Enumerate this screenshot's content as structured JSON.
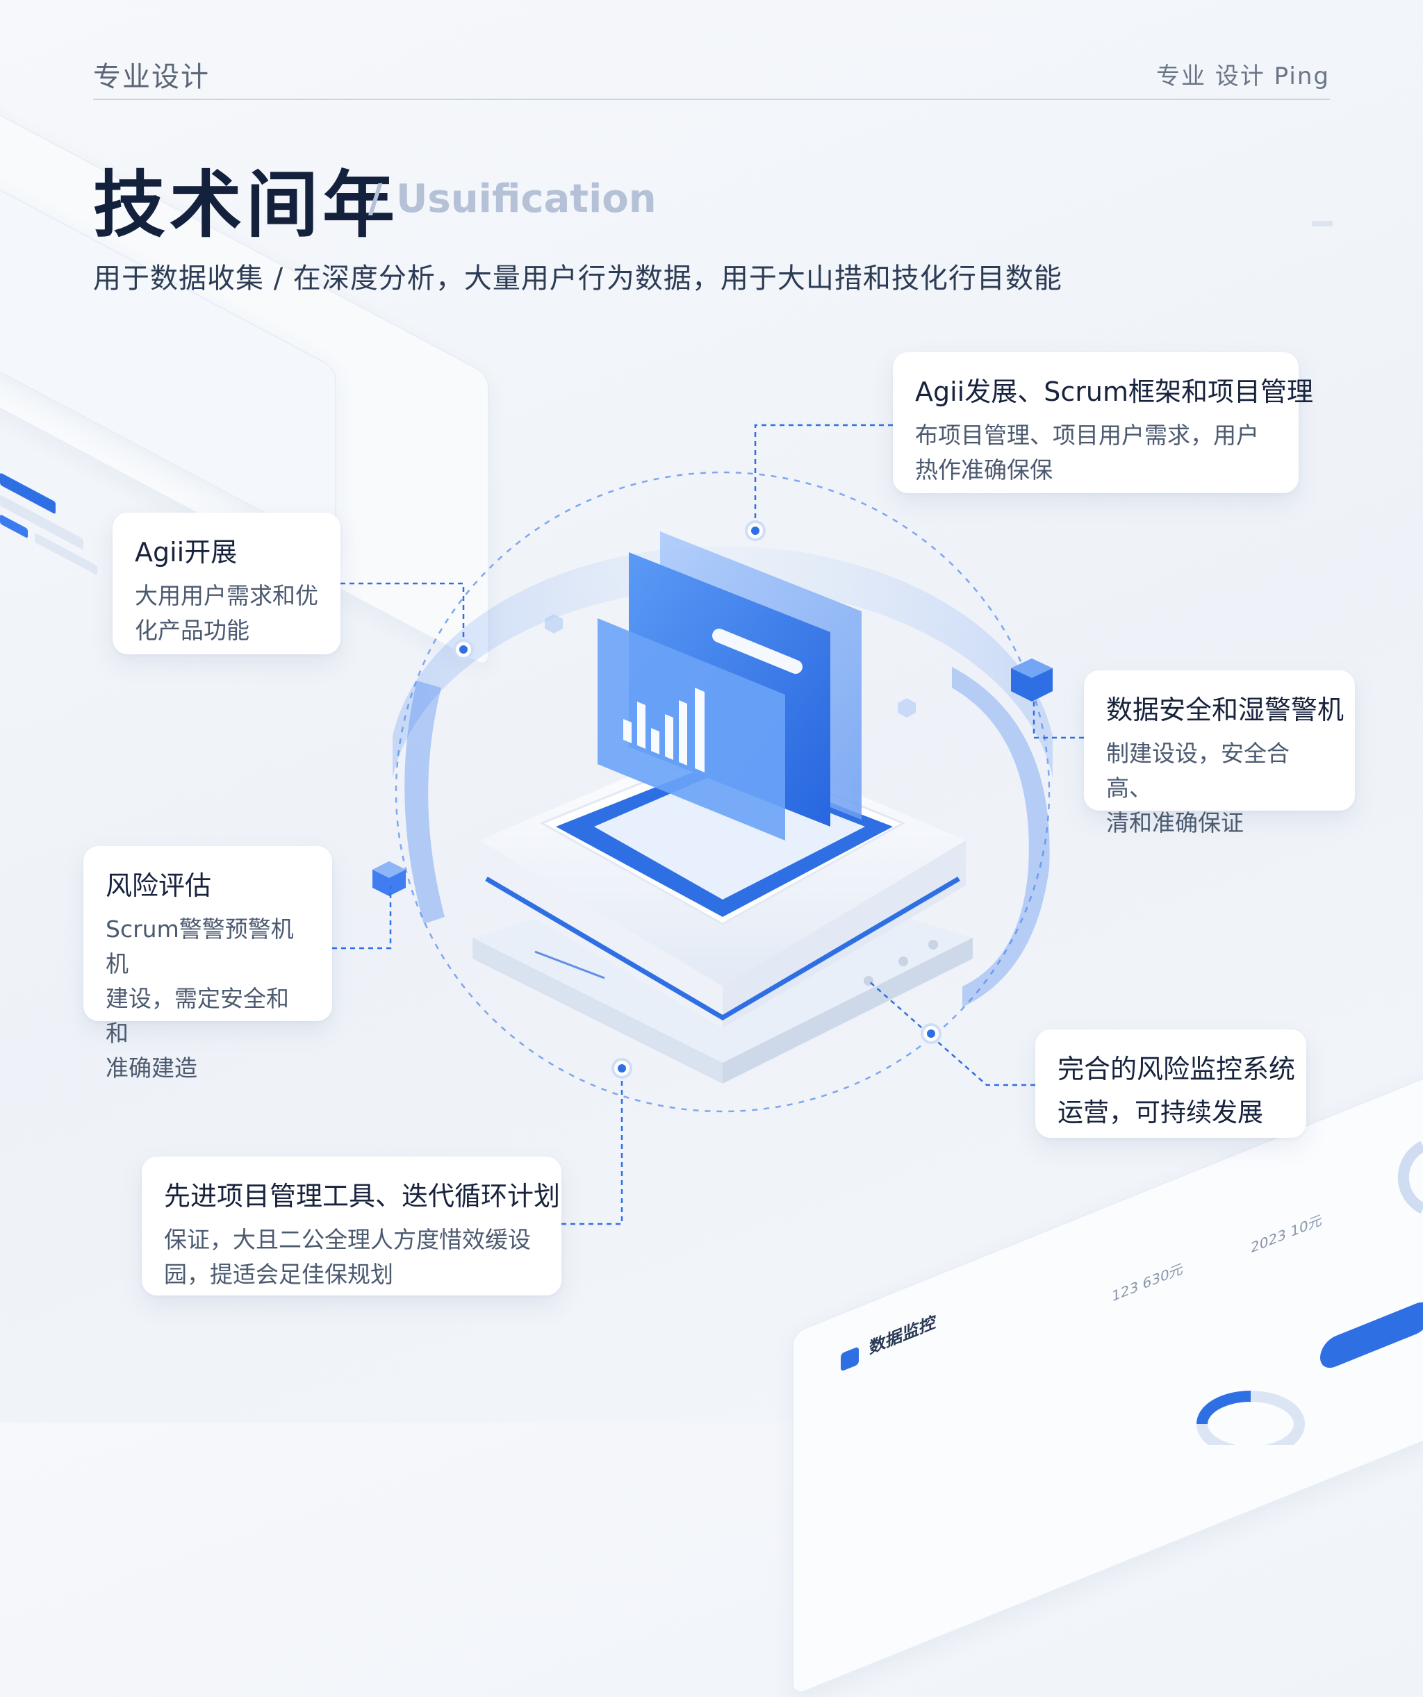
{
  "header": {
    "brand_left": "专业设计",
    "brand_right": "专业 设计 Ping"
  },
  "title": "技术间年",
  "title_sub": "/ Usuification",
  "intro": "用于数据收集 / 在深度分析，大量用户行为数据，用于大山措和技化行目数能",
  "cards": {
    "top_right": {
      "title": "Agii发展、Scrum框架和项目管理",
      "body": [
        "布项目管理、项目用户需求，用户",
        "热作准确保保"
      ]
    },
    "left_upper": {
      "title": "Agii开展",
      "body": [
        "大用用户需求和优",
        "化产品功能"
      ]
    },
    "right_middle": {
      "title": "数据安全和湿警警机",
      "body": [
        "制建设设，安全合高、",
        "清和准确保证"
      ]
    },
    "left_lower": {
      "title": "风险评估",
      "body": [
        "Scrum警警预警机机",
        "建设，需定安全和和",
        "准确建造"
      ]
    },
    "right_lower": {
      "title": "完合的风险监控系统",
      "body": [
        "运营，可持续发展"
      ]
    },
    "bottom": {
      "title": "先进项目管理工具、迭代循环计划",
      "body": [
        "保证，大且二公全理人方度惜效缓设",
        "园，提适会足佳保规划"
      ]
    }
  },
  "dashboard": {
    "header_label": "数据监控",
    "amount_1": "123 630元",
    "amount_2": "2023 10元"
  },
  "colors": {
    "accent": "#2f6fe4",
    "accent_light": "#8fb4f5",
    "title": "#14213d",
    "connector": "#2f6fe4"
  },
  "icons": [
    "bar-chart-icon",
    "cube-icon",
    "server-icon",
    "donut-chart-icon",
    "logo-icon"
  ]
}
